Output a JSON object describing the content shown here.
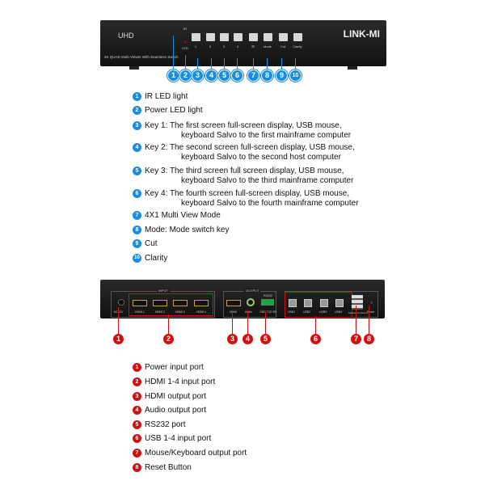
{
  "front": {
    "model": "UHD",
    "brand": "LINK-MI",
    "subtitle": "4K QUAD Multi-Viewer With Seamless Switch",
    "ir": "IR",
    "led": "LED",
    "keys": [
      "1",
      "2",
      "3",
      "4",
      "⊞",
      "Mode",
      "Cut",
      "Clarity"
    ],
    "callouts": [
      "1",
      "2",
      "3",
      "4",
      "5",
      "6",
      "7",
      "8",
      "9",
      "10"
    ]
  },
  "front_legend": [
    {
      "n": "1",
      "text": "IR LED light"
    },
    {
      "n": "2",
      "text": "Power LED light"
    },
    {
      "n": "3",
      "text": "Key 1: The first screen full-screen display, USB mouse,",
      "text2": "keyboard Salvo to the first mainframe computer"
    },
    {
      "n": "4",
      "text": "Key 2: The second screen full-screen display, USB mouse,",
      "text2": "keyboard Salvo to the second host computer"
    },
    {
      "n": "5",
      "text": "Key 3: The third screen full screen display, USB mouse,",
      "text2": "keyboard Salvo to the third mainframe computer"
    },
    {
      "n": "6",
      "text": "Key 4: The fourth screen full-screen display, USB mouse,",
      "text2": "keyboard Salvo to the fourth mainframe computer"
    },
    {
      "n": "7",
      "text": "4X1 Multi View Mode"
    },
    {
      "n": "8",
      "text": "Mode: Mode switch key"
    },
    {
      "n": "9",
      "text": "Cut"
    },
    {
      "n": "10",
      "text": "Clarity"
    }
  ],
  "rear": {
    "input": "INPUT",
    "output": "OUTPUT",
    "dc": "DC12V",
    "hdmi_in": [
      "HDMI 1",
      "HDMI 2",
      "HDMI 3",
      "HDMI 4"
    ],
    "hdmi_out": "HDMI",
    "audio": "Audio",
    "rs232": "RS232",
    "rs232_pins": "GND TXD RX",
    "usb": [
      "USB1",
      "USB2",
      "USB3",
      "USB4"
    ],
    "mk": "Mouse/ Keyboard",
    "reset": "Reset",
    "callouts": [
      "1",
      "2",
      "3",
      "4",
      "5",
      "6",
      "7",
      "8"
    ]
  },
  "rear_legend": [
    {
      "n": "1",
      "text": "Power input port"
    },
    {
      "n": "2",
      "text": "HDMI 1-4 input port"
    },
    {
      "n": "3",
      "text": "HDMI output port"
    },
    {
      "n": "4",
      "text": "Audio output port"
    },
    {
      "n": "5",
      "text": "RS232 port"
    },
    {
      "n": "6",
      "text": "USB 1-4 input port"
    },
    {
      "n": "7",
      "text": "Mouse/Keyboard output port"
    },
    {
      "n": "8",
      "text": "Reset Button"
    }
  ],
  "colors": {
    "blue": "#1a8de0",
    "red": "#d01010"
  }
}
